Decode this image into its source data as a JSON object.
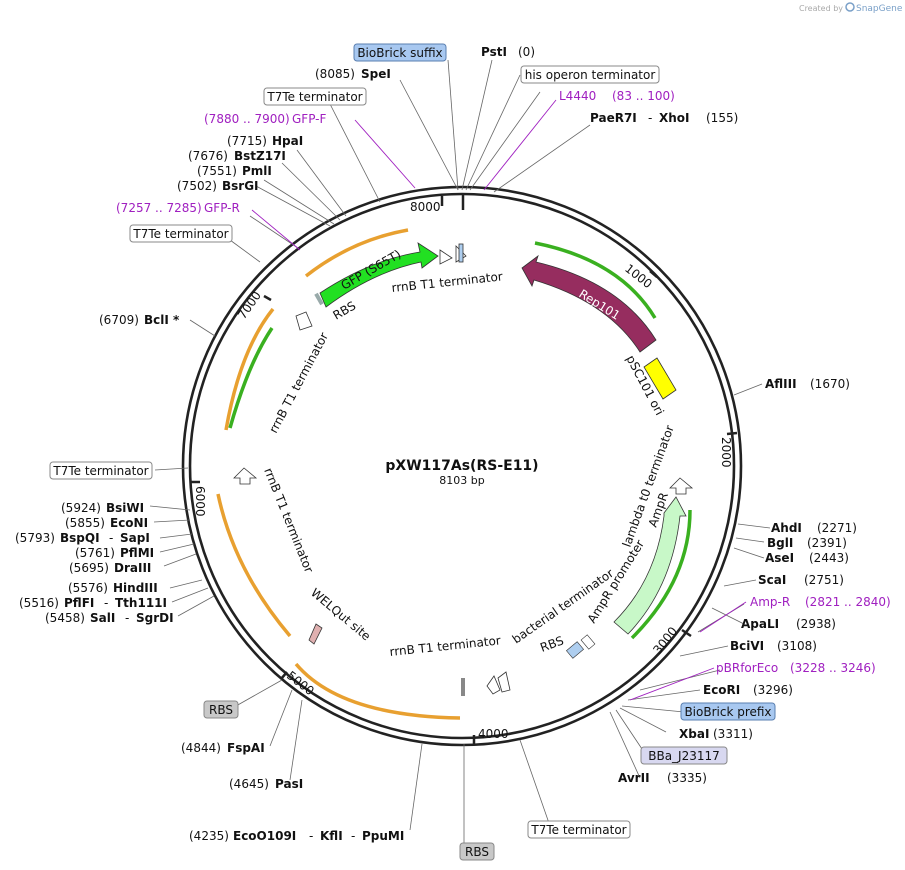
{
  "watermark": {
    "prefix": "Created by",
    "brand": "SnapGene"
  },
  "plasmid": {
    "name": "pXW117As(RS-E11)",
    "size": "8103 bp"
  },
  "ticks": [
    "1000",
    "2000",
    "3000",
    "4000",
    "5000",
    "6000",
    "7000",
    "8000"
  ],
  "sites": [
    {
      "pos": "(0)",
      "name": "PstI"
    },
    {
      "pos": "(155)",
      "name": "PaeR7I",
      "extra": "XhoI"
    },
    {
      "pos": "(1670)",
      "name": "AflIII"
    },
    {
      "pos": "(2271)",
      "name": "AhdI"
    },
    {
      "pos": "(2391)",
      "name": "BglI"
    },
    {
      "pos": "(2443)",
      "name": "AseI"
    },
    {
      "pos": "(2751)",
      "name": "ScaI"
    },
    {
      "pos": "(2938)",
      "name": "ApaLI"
    },
    {
      "pos": "(3108)",
      "name": "BciVI"
    },
    {
      "pos": "(3296)",
      "name": "EcoRI"
    },
    {
      "pos": "(3311)",
      "name": "XbaI"
    },
    {
      "pos": "(3335)",
      "name": "AvrII"
    },
    {
      "pos": "(4235)",
      "name": "EcoO109I",
      "extra": "KflI",
      "extra2": "PpuMI"
    },
    {
      "pos": "(4645)",
      "name": "PasI"
    },
    {
      "pos": "(4844)",
      "name": "FspAI"
    },
    {
      "pos": "(5458)",
      "name": "SalI",
      "extra": "SgrDI"
    },
    {
      "pos": "(5516)",
      "name": "PflFI",
      "extra": "Tth111I"
    },
    {
      "pos": "(5576)",
      "name": "HindIII"
    },
    {
      "pos": "(5695)",
      "name": "DraIII"
    },
    {
      "pos": "(5761)",
      "name": "PflMI"
    },
    {
      "pos": "(5793)",
      "name": "BspQI",
      "extra": "SapI"
    },
    {
      "pos": "(5855)",
      "name": "EcoNI"
    },
    {
      "pos": "(5924)",
      "name": "BsiWI"
    },
    {
      "pos": "(6709)",
      "name": "BclI *"
    },
    {
      "pos": "(7502)",
      "name": "BsrGI"
    },
    {
      "pos": "(7551)",
      "name": "PmlI"
    },
    {
      "pos": "(7676)",
      "name": "BstZ17I"
    },
    {
      "pos": "(7715)",
      "name": "HpaI"
    },
    {
      "pos": "(8085)",
      "name": "SpeI"
    }
  ],
  "primers": [
    {
      "name": "L4440",
      "range": "(83 .. 100)"
    },
    {
      "name": "Amp-R",
      "range": "(2821 .. 2840)"
    },
    {
      "name": "pBRforEco",
      "range": "(3228 .. 3246)"
    },
    {
      "name": "GFP-F",
      "range": "(7880 .. 7900)"
    },
    {
      "name": "GFP-R",
      "range": "(7257 .. 7285)"
    }
  ],
  "boxed": {
    "biobrick_suffix": "BioBrick suffix",
    "his_term": "his operon terminator",
    "t7te_top": "T7Te terminator",
    "t7te_left1": "T7Te terminator",
    "t7te_left2": "T7Te terminator",
    "biobrick_prefix": "BioBrick prefix",
    "bba": "BBa_J23117",
    "t7te_bottom": "T7Te terminator",
    "rbs_bottom": "RBS",
    "rbs_left": "RBS"
  },
  "features": {
    "gfp": "GFP (S65T)",
    "rep": "Rep101",
    "psc": "pSC101 ori",
    "ampr": "AmpR",
    "ampr_prom": "AmpR promoter",
    "lambda": "lambda t0 terminator",
    "bact_term": "bacterial terminator",
    "rbs_a": "RBS",
    "rbs_b": "RBS",
    "rrnb1": "rrnB T1 terminator",
    "rrnb2": "rrnB T1 terminator",
    "rrnb3": "rrnB T1 terminator",
    "rrnb4": "rrnB T1 terminator",
    "welqut": "WELQut site"
  }
}
